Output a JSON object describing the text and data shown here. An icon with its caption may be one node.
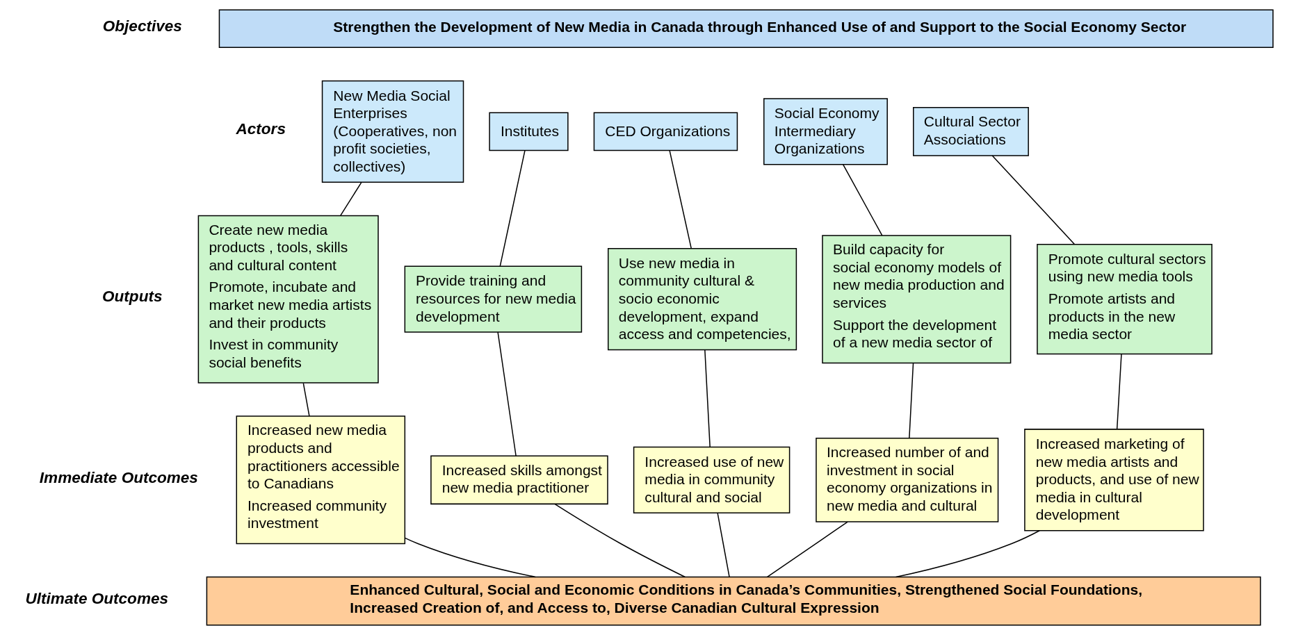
{
  "diagram": {
    "nodes": [
      {
        "text": [
          "Strengthen the Development of New Media in Canada through Enhanced Use of and Support to the Social Economy Sector"
        ]
      },
      {
        "text": [
          "New Media Social Enterprises (Cooperatives, non profit societies, collectives)"
        ]
      },
      {
        "text": [
          "Institutes"
        ]
      },
      {
        "text": [
          "CED Organizations"
        ]
      },
      {
        "text": [
          "Social Economy Intermediary Organizations"
        ]
      },
      {
        "text": [
          "Cultural Sector Associations"
        ]
      },
      {
        "text": [
          "Create new media products , tools, skills and cultural content",
          "Promote, incubate and market new media artists and their products",
          "Invest in community social benefits"
        ]
      },
      {
        "text": [
          "Provide training and resources for new media development"
        ]
      },
      {
        "text": [
          "Use new media in community cultural & socio economic development, expand access and competencies,"
        ]
      },
      {
        "text": [
          "Build capacity for social economy models of new media production and services",
          "Support the development of a new media sector of"
        ]
      },
      {
        "text": [
          "Promote cultural sectors using new media tools",
          "Promote artists and products in the new media sector"
        ]
      },
      {
        "text": [
          "Increased new media products and practitioners accessible to Canadians",
          "Increased community investment"
        ]
      },
      {
        "text": [
          "Increased skills amongst new media practitioner"
        ]
      },
      {
        "text": [
          "Increased use of new media in community cultural and social"
        ]
      },
      {
        "text": [
          "Increased number of and investment in social economy organizations in new media and cultural"
        ]
      },
      {
        "text": [
          "Increased marketing of new media artists and products, and use of new media in cultural development"
        ]
      },
      {
        "text": [
          "Enhanced Cultural, Social and Economic Conditions in Canada’s Communities, Strengthened Social Foundations, Increased Creation of, and Access to, Diverse Canadian Cultural Expression"
        ]
      }
    ],
    "edges": [
      {
        "from": 1,
        "to": 6,
        "arrow": "none"
      },
      {
        "from": 2,
        "to": 7,
        "arrow": "none"
      },
      {
        "from": 3,
        "to": 8,
        "arrow": "none"
      },
      {
        "from": 4,
        "to": 9,
        "arrow": "none"
      },
      {
        "from": 5,
        "to": 10,
        "arrow": "none"
      },
      {
        "from": 6,
        "to": 11,
        "arrow": "none"
      },
      {
        "from": 7,
        "to": 12,
        "arrow": "none"
      },
      {
        "from": 8,
        "to": 13,
        "arrow": "none"
      },
      {
        "from": 9,
        "to": 14,
        "arrow": "none"
      },
      {
        "from": 10,
        "to": 15,
        "arrow": "none"
      },
      {
        "from": 11,
        "to": 16,
        "arrow": "none"
      },
      {
        "from": 12,
        "to": 16,
        "arrow": "none"
      },
      {
        "from": 13,
        "to": 16,
        "arrow": "none"
      },
      {
        "from": 14,
        "to": 16,
        "arrow": "none"
      },
      {
        "from": 15,
        "to": 16,
        "arrow": "none"
      }
    ],
    "labels": [
      "Objectives",
      "Actors",
      "Outputs",
      "Immediate Outcomes",
      "Ultimate Outcomes"
    ]
  }
}
